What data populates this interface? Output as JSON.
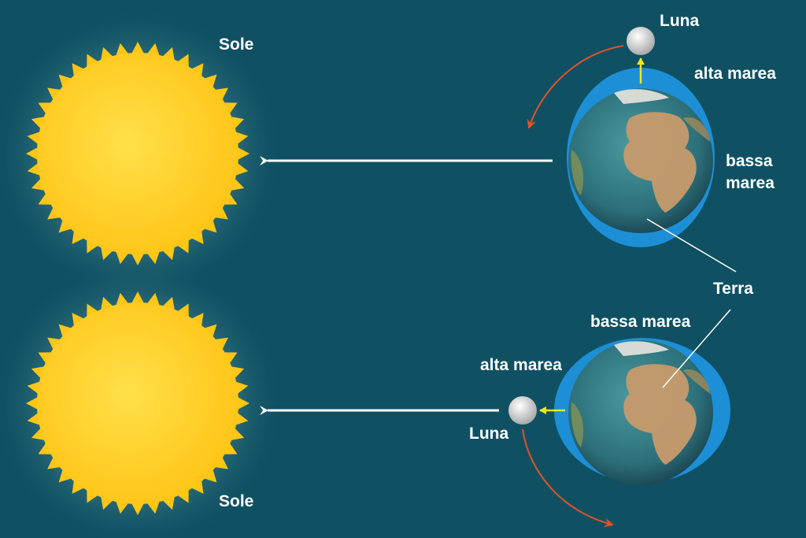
{
  "labels": {
    "sun_top": "Sole",
    "sun_bottom": "Sole",
    "moon_top": "Luna",
    "moon_bottom": "Luna",
    "high_tide_top": "alta marea",
    "low_tide_top_line1": "bassa",
    "low_tide_top_line2": "marea",
    "earth": "Terra",
    "low_tide_bottom": "bassa marea",
    "high_tide_bottom": "alta marea"
  },
  "colors": {
    "background": "#0f5163",
    "sun": "#ffd21e",
    "tide_bulge": "#1d8fd6",
    "ocean": "#2e7b84",
    "land": "#c99a6a",
    "moon": "#e6e6e6",
    "orbit_arrow": "#e2522a",
    "gravity_arrow": "#f2e71c",
    "sunlight_arrow": "#ffffff"
  }
}
